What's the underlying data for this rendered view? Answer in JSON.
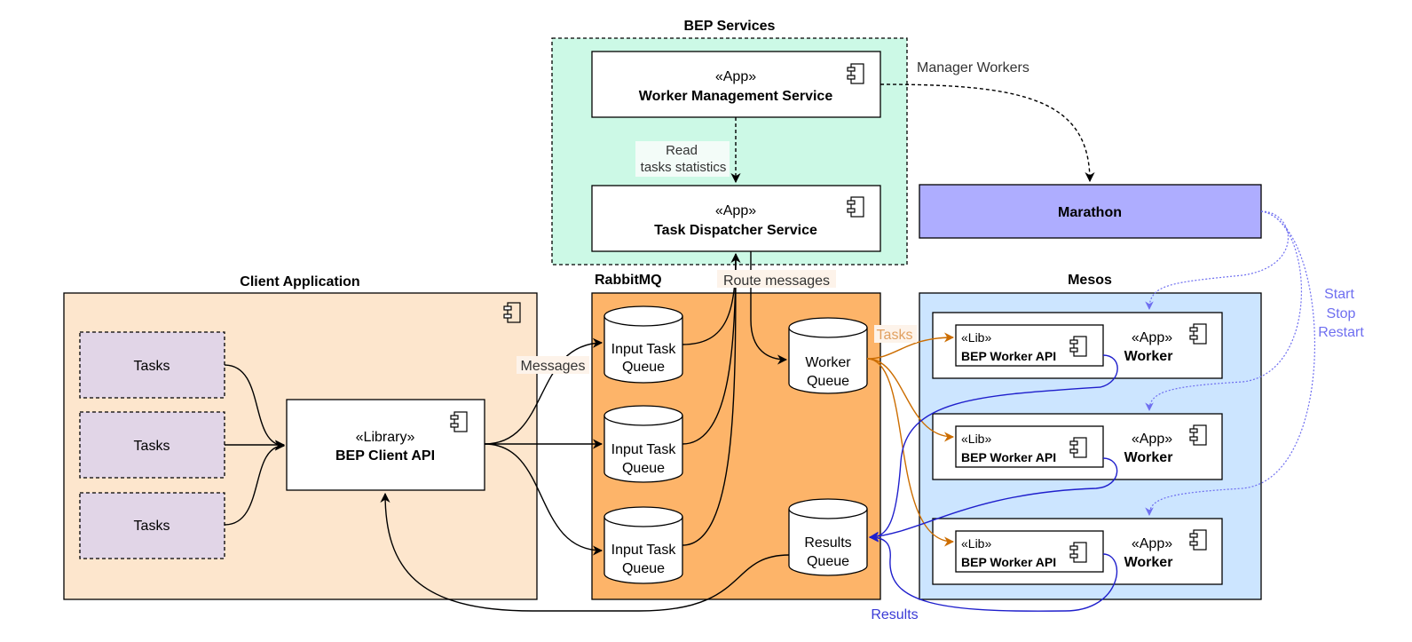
{
  "groups": {
    "bep_services": "BEP Services",
    "client_application": "Client Application",
    "rabbitmq": "RabbitMQ",
    "mesos": "Mesos"
  },
  "services": {
    "worker_management": {
      "stereotype": "«App»",
      "name": "Worker Management Service"
    },
    "task_dispatcher": {
      "stereotype": "«App»",
      "name": "Task Dispatcher Service"
    }
  },
  "marathon": {
    "name": "Marathon"
  },
  "client": {
    "tasks": [
      "Tasks",
      "Tasks",
      "Tasks"
    ],
    "library": {
      "stereotype": "«Library»",
      "name": "BEP Client API"
    }
  },
  "rabbitmq": {
    "input_queues": [
      [
        "Input Task",
        "Queue"
      ],
      [
        "Input Task",
        "Queue"
      ],
      [
        "Input Task",
        "Queue"
      ]
    ],
    "worker_queue": [
      "Worker",
      "Queue"
    ],
    "results_queue": [
      "Results",
      "Queue"
    ]
  },
  "mesos": {
    "workers": [
      {
        "lib_stereotype": "«Lib»",
        "lib_name": "BEP Worker API",
        "app_stereotype": "«App»",
        "app_name": "Worker"
      },
      {
        "lib_stereotype": "«Lib»",
        "lib_name": "BEP Worker API",
        "app_stereotype": "«App»",
        "app_name": "Worker"
      },
      {
        "lib_stereotype": "«Lib»",
        "lib_name": "BEP Worker API",
        "app_stereotype": "«App»",
        "app_name": "Worker"
      }
    ]
  },
  "edge_labels": {
    "manager_workers": "Manager Workers",
    "read_stats": [
      "Read",
      "tasks statistics"
    ],
    "route_messages": "Route messages",
    "messages": "Messages",
    "tasks": "Tasks",
    "results": "Results",
    "start_stop_restart": [
      "Start",
      "Stop",
      "Restart"
    ]
  },
  "colors": {
    "bep_services_fill": "#ccf9e6",
    "client_fill": "#fde6cd",
    "rabbitmq_fill": "#fdb469",
    "mesos_fill": "#cce5ff",
    "marathon_fill": "#aeadff",
    "tasks_fill": "#e1d5e7",
    "orange_edge": "#cc6d00",
    "blue_edge": "#1f1fcc",
    "dotted_edge": "#6f6ff0"
  }
}
